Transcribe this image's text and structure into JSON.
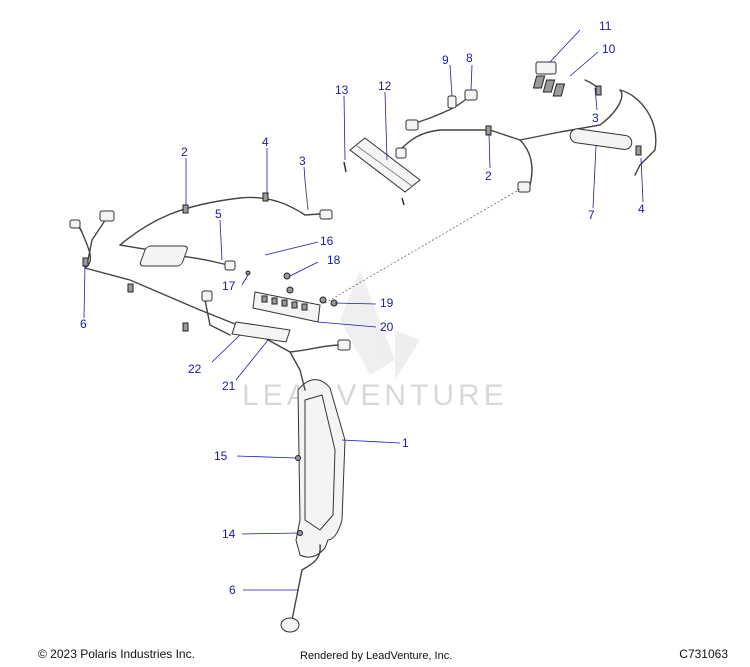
{
  "callouts": [
    {
      "id": "c11",
      "text": "11"
    },
    {
      "id": "c10",
      "text": "10"
    },
    {
      "id": "c9",
      "text": "9"
    },
    {
      "id": "c8",
      "text": "8"
    },
    {
      "id": "c13",
      "text": "13"
    },
    {
      "id": "c12",
      "text": "12"
    },
    {
      "id": "c3a",
      "text": "3"
    },
    {
      "id": "c2a",
      "text": "2"
    },
    {
      "id": "c4a",
      "text": "4"
    },
    {
      "id": "c3b",
      "text": "3"
    },
    {
      "id": "c2b",
      "text": "2"
    },
    {
      "id": "c7",
      "text": "7"
    },
    {
      "id": "c4b",
      "text": "4"
    },
    {
      "id": "c5",
      "text": "5"
    },
    {
      "id": "c16",
      "text": "16"
    },
    {
      "id": "c18",
      "text": "18"
    },
    {
      "id": "c17",
      "text": "17"
    },
    {
      "id": "c6a",
      "text": "6"
    },
    {
      "id": "c19",
      "text": "19"
    },
    {
      "id": "c20",
      "text": "20"
    },
    {
      "id": "c22",
      "text": "22"
    },
    {
      "id": "c21",
      "text": "21"
    },
    {
      "id": "c1",
      "text": "1"
    },
    {
      "id": "c15",
      "text": "15"
    },
    {
      "id": "c14",
      "text": "14"
    },
    {
      "id": "c6b",
      "text": "6"
    }
  ],
  "watermark": "LEADVENTURE",
  "footer": {
    "copyright": "© 2023 Polaris Industries Inc.",
    "rendered_by": "Rendered by LeadVenture, Inc.",
    "drawing_id": "C731063"
  },
  "colors": {
    "callout": "#1a1aa8",
    "line": "#333333",
    "watermark": "#d8d8d8"
  }
}
